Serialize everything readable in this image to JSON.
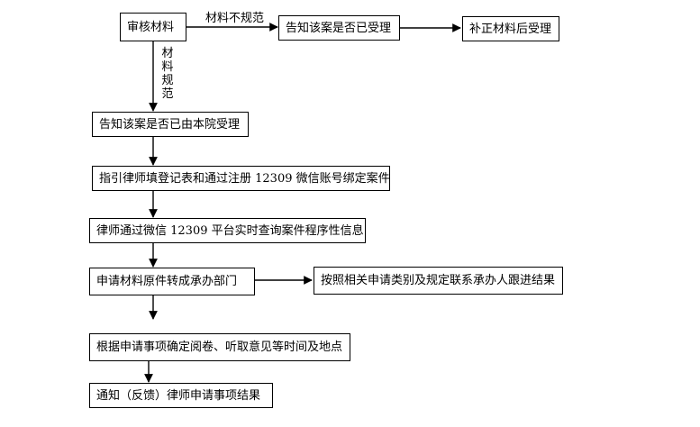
{
  "flow": {
    "review": "审核材料",
    "notify_accepted": "告知该案是否已受理",
    "supplement": "补正材料后受理",
    "notify_court": "告知该案是否已由本院受理",
    "guide_register": "指引律师填登记表和通过注册 12309 微信账号绑定案件",
    "query_wechat": "律师通过微信 12309 平台实时查询案件程序性信息",
    "transfer": "申请材料原件转成承办部门",
    "follow_up": "按照相关申请类别及规定联系承办人跟进结果",
    "schedule": "根据申请事项确定阅卷、听取意见等时间及地点",
    "feedback": "通知（反馈）律师申请事项结果"
  },
  "edges": {
    "nonstandard": "材料不规范",
    "standard": "材料规范"
  }
}
